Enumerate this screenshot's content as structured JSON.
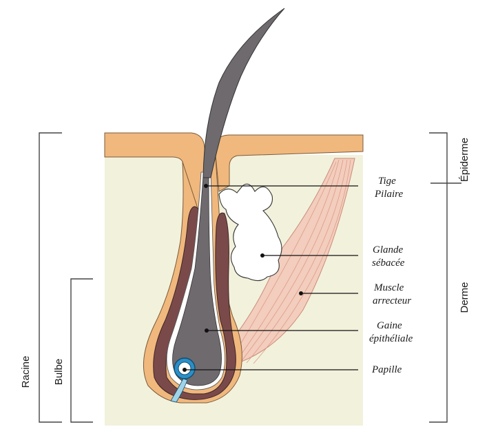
{
  "labels": {
    "tige_line1": "Tige",
    "tige_line2": "Pilaire",
    "glande_line1": "Glande",
    "glande_line2": "sébacée",
    "muscle_line1": "Muscle",
    "muscle_line2": "arrecteur",
    "gaine_line1": "Gaine",
    "gaine_line2": "épithéliale",
    "papille": "Papille"
  },
  "side_labels": {
    "epiderme": "Épiderme",
    "derme": "Derme",
    "racine": "Racine",
    "bulbe": "Bulbe"
  },
  "colors": {
    "dermis": "#f2f1dc",
    "epidermis": "#f0b87d",
    "sheath_dark": "#7a4a4a",
    "hair": "#6e6a6e",
    "gland": "#ffffff",
    "muscle": "#f3cdbd",
    "papilla": "#2b8fc8"
  }
}
